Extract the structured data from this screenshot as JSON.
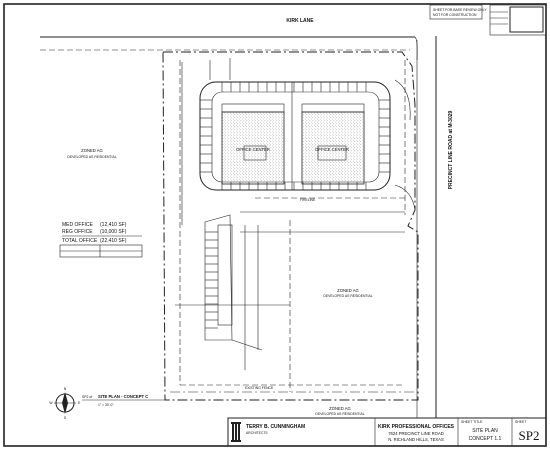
{
  "drawing": {
    "north_street": "KIRK LANE",
    "east_road": "PRECINCT LINE ROAD at M-3029",
    "zoned_west": "ZONED AG",
    "zoned_west_note": "DEVELOPED AS RESIDENTIAL",
    "zoned_se": "ZONED AG",
    "zoned_se_note": "DEVELOPED AS RESIDENTIAL",
    "zoned_south": "ZONED AG",
    "zoned_south_note": "DEVELOPED AS RESIDENTIAL",
    "building_1": "OFFICE CENTER",
    "building_2": "OFFICE CENTER",
    "fireline": "FIRELINE",
    "existing_fence": "EXISTING FENCE",
    "top_right_note": "SHEET FOR BASE REVIEW ONLY",
    "top_right_note_2": "NOT FOR CONSTRUCTION"
  },
  "areas": {
    "med_office": "MED OFFICE",
    "med_office_value": "(12,410 SF)",
    "reg_office": "REG OFFICE",
    "reg_office_value": "(10,000 SF)",
    "total_office": "TOTAL OFFICE",
    "total_office_value": "(22,410 SF)"
  },
  "view": {
    "caption": "SITE PLAN - CONCEPT C",
    "caption_ref": "SP2 of",
    "scale": "1\" = 30'-0\""
  },
  "compass": {
    "n": "N",
    "s": "S",
    "e": "E",
    "w": "W"
  },
  "title_block": {
    "architect_name": "TERRY B. CUNNINGHAM",
    "architect_role": "ARCHITECTS",
    "project_title": "KIRK PROFESSIONAL OFFICES",
    "project_address_1": "7624 PRECINCT LINE ROAD",
    "project_address_2": "N. RICHLAND HILLS, TEXAS",
    "sheet_title_label": "SHEET TITLE",
    "sheet_title_1": "SITE PLAN",
    "sheet_title_2": "CONCEPT 1.1",
    "sheet_label": "SHEET",
    "sheet_number": "SP2"
  }
}
